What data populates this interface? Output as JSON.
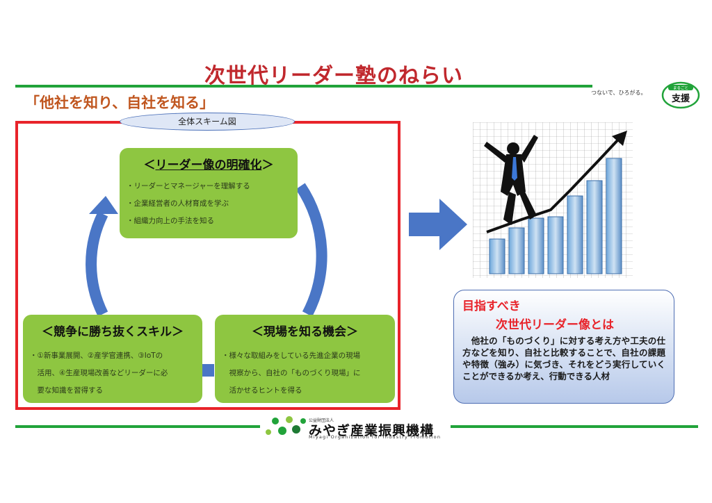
{
  "title": "次世代リーダー塾のねらい",
  "subtitle": "「他社を知り、自社を知る」",
  "tagline": "つないで、ひろがる。",
  "badge": {
    "top": "まるごと",
    "main": "支援"
  },
  "scheme_label": "全体スキーム図",
  "box_top": {
    "heading": "リーダー像の明確化",
    "bracket_open": "＜",
    "bracket_close": "＞",
    "items": [
      "・リーダーとマネージャーを理解する",
      "・企業経営者の人材育成を学ぶ",
      "・組織力向上の手法を知る"
    ]
  },
  "box_left": {
    "heading": "＜競争に勝ち抜くスキル＞",
    "lines": [
      "・①新事業展開、②産学官連携、③IoTの",
      "　活用、④生産現場改善などリーダーに必",
      "　要な知識を習得する"
    ]
  },
  "box_right": {
    "heading": "＜現場を知る機会＞",
    "lines": [
      "・様々な取組みをしている先進企業の現場",
      "　視察から、自社の「ものづくり現場」に",
      "　活かせるヒントを得る"
    ]
  },
  "callout": {
    "heading1": "目指すべき",
    "heading2": "次世代リーダー像とは",
    "body": "　他社の「ものづくり」に対する考え方や工夫の仕方などを知り、自社と比較することで、自社の課題や特徴（強み）に気づき、それをどう実行していくことができるか考え、行動できる人材"
  },
  "footer": {
    "org_type": "公益財団法人",
    "org_name": "みやぎ産業振興機構",
    "org_name_en": "Miyagi Organization for Industry Promotion"
  },
  "colors": {
    "title": "#c0282d",
    "green": "#21a33a",
    "red_frame": "#e8232a",
    "box_green": "#8ec641",
    "cycle_blue": "#4a76c6"
  }
}
